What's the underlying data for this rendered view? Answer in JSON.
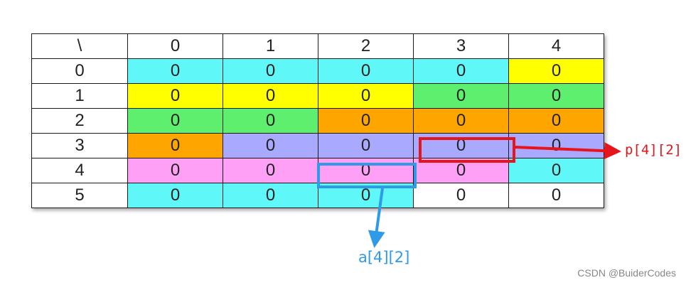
{
  "table": {
    "corner": "\\",
    "col_headers": [
      "0",
      "1",
      "2",
      "3",
      "4"
    ],
    "rows": [
      {
        "label": "0",
        "cells": [
          "0",
          "0",
          "0",
          "0",
          "0"
        ]
      },
      {
        "label": "1",
        "cells": [
          "0",
          "0",
          "0",
          "0",
          "0"
        ]
      },
      {
        "label": "2",
        "cells": [
          "0",
          "0",
          "0",
          "0",
          "0"
        ]
      },
      {
        "label": "3",
        "cells": [
          "0",
          "0",
          "0",
          "0",
          "0"
        ]
      },
      {
        "label": "4",
        "cells": [
          "0",
          "0",
          "0",
          "0",
          "0"
        ]
      },
      {
        "label": "5",
        "cells": [
          "0",
          "0",
          "0",
          "0",
          "0"
        ]
      }
    ],
    "cell_colors": [
      [
        "#5ff7f7",
        "#5ff7f7",
        "#5ff7f7",
        "#5ff7f7",
        "#ffff00"
      ],
      [
        "#ffff00",
        "#ffff00",
        "#ffff00",
        "#5fef6f",
        "#5fef6f"
      ],
      [
        "#5fef6f",
        "#5fef6f",
        "#ffa500",
        "#ffa500",
        "#ffa500"
      ],
      [
        "#ffa500",
        "#a9a9ff",
        "#a9a9ff",
        "#a9a9ff",
        "#a9a9ff"
      ],
      [
        "#ffa0f7",
        "#ffa0f7",
        "#ffa0f7",
        "#ffa0f7",
        "#5ff7f7"
      ],
      [
        "#5ff7f7",
        "#5ff7f7",
        "#5ff7f7",
        "#ffffff",
        "#ffffff"
      ]
    ]
  },
  "annotations": {
    "p_label": "p[4][2]",
    "a_label": "a[4][2]",
    "p_color": "#e5151b",
    "a_color": "#2f9ae8"
  },
  "watermark": "CSDN @BuiderCodes"
}
